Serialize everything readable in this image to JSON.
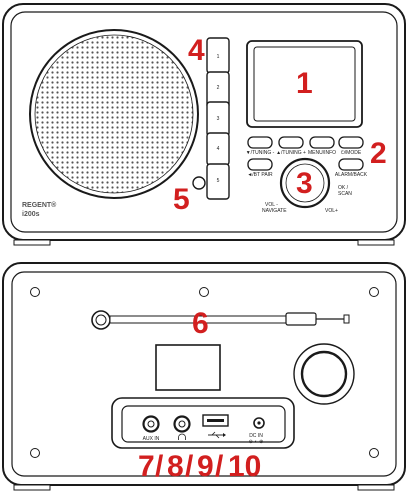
{
  "callouts": {
    "n1": "1",
    "n2": "2",
    "n3": "3",
    "n4": "4",
    "n5": "5",
    "n6": "6",
    "n7": "7",
    "n8": "8",
    "n9": "9",
    "n10": "10",
    "slash": "/"
  },
  "front": {
    "brand": "REGENT®",
    "model": "i200s",
    "preset_labels": [
      "1",
      "2",
      "3",
      "4",
      "5"
    ],
    "button_labels": {
      "tuning_down": "▼/TUNING -",
      "tuning_up": "▲/TUNING +",
      "menu": "MENU/INFO",
      "mode": "⏻/MODE",
      "bt_pair": "◄/BT PAIR",
      "alarm": "ALARM/BACK",
      "ok_scan_1": "OK /",
      "ok_scan_2": "SCAN",
      "vol_minus_1": "VOL -",
      "vol_minus_2": "NAVIGATE",
      "vol_plus": "VOL+"
    }
  },
  "back": {
    "aux_label": "AUX IN",
    "dc_label_1": "DC IN",
    "dc_label_2": "⊖-◐-⊕"
  },
  "colors": {
    "callout": "#d21f1f",
    "outline": "#1a1a1a"
  }
}
